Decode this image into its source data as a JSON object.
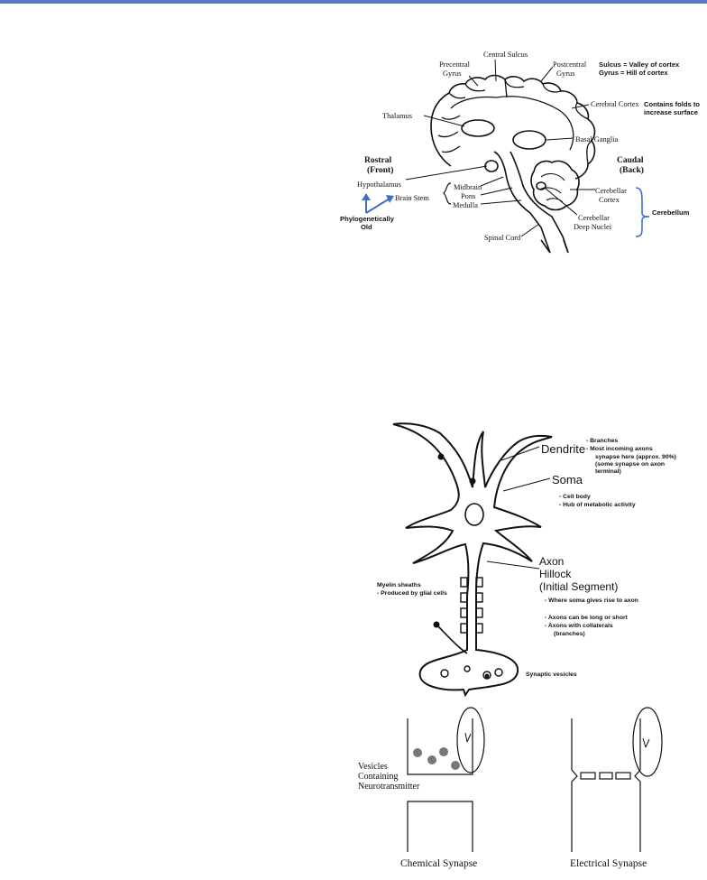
{
  "brain": {
    "central_sulcus": "Central Sulcus",
    "precentral_1": "Precentral",
    "precentral_2": "Gyrus",
    "postcentral_1": "Postcentral",
    "postcentral_2": "Gyrus",
    "sulcus_def": "Sulcus = Valley of cortex",
    "gyrus_def": "Gyrus = Hill of cortex",
    "cerebral_cortex": "Cerebral Cortex",
    "folds_1": "Contains folds to",
    "folds_2": "increase surface",
    "thalamus": "Thalamus",
    "basal_ganglia": "Basal Ganglia",
    "rostral_1": "Rostral",
    "rostral_2": "(Front)",
    "caudal_1": "Caudal",
    "caudal_2": "(Back)",
    "hypothalamus": "Hypothalamus",
    "brain_stem": "Brain Stem",
    "midbrain": "Midbrain",
    "pons": "Pons",
    "medulla": "Medulla",
    "cerebellar_cortex_1": "Cerebellar",
    "cerebellar_cortex_2": "Cortex",
    "cerebellum": "Cerebellum",
    "deep_nuclei_1": "Cerebellar",
    "deep_nuclei_2": "Deep Nuclei",
    "phylo_1": "Phylogenetically",
    "phylo_2": "Old",
    "spinal_cord": "Spinal Cord"
  },
  "neuron": {
    "dendrite": "Dendrite",
    "dendrite_note_1": "-      Branches",
    "dendrite_note_2": "-      Most incoming axons",
    "dendrite_note_3": "synapse here (approx. 90%)",
    "dendrite_note_4": "(some synapse on axon",
    "dendrite_note_5": "terminal)",
    "soma": "Soma",
    "soma_note_1": "-      Cell body",
    "soma_note_2": "-      Hub of metabolic activity",
    "axon_1": "Axon",
    "axon_2": "Hillock",
    "axon_3": "(Initial Segment)",
    "axon_note_1": "-      Where soma gives rise to axon",
    "axon_note_2": "-      Axons can be long or short",
    "axon_note_3": "-      Axons with collaterals",
    "axon_note_4": "(branches)",
    "myelin_1": "Myelin sheaths",
    "myelin_2": "- Produced by glial cells",
    "synaptic_vesicles": "Synaptic vesicles"
  },
  "synapse": {
    "vesicles_1": "Vesicles",
    "vesicles_2": "Containing",
    "vesicles_3": "Neurotransmitter",
    "chemical": "Chemical Synapse",
    "electrical": "Electrical Synapse"
  }
}
